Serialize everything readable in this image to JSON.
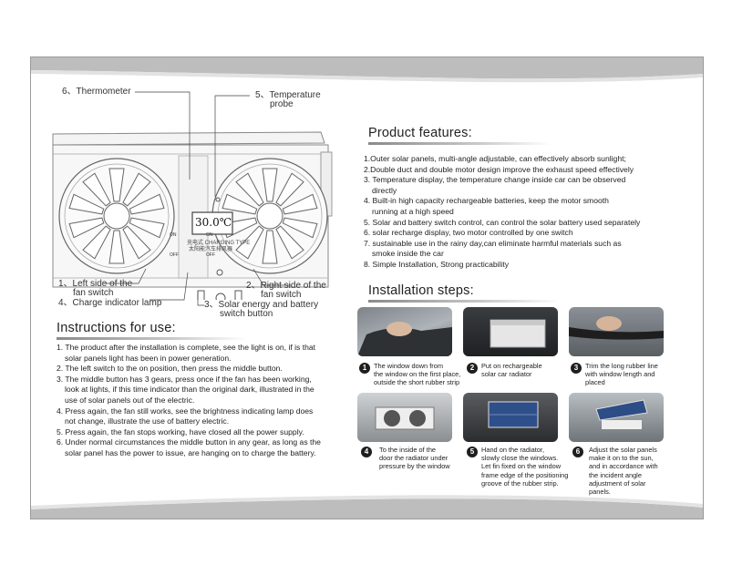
{
  "diagram": {
    "thermometer": "6、Thermometer",
    "probe_line1": "5、Temperature",
    "probe_line2": "probe",
    "display": "30.0℃",
    "brand_line1": "充电式 CHARGING TYPE",
    "brand_line2": "太阳能汽车排风器",
    "on": "ON",
    "off": "OFF",
    "left_line1": "1、Left side of the",
    "left_line2": "fan switch",
    "right_line1": "2、Right side of the",
    "right_line2": "fan switch",
    "lamp": "4、Charge indicator lamp",
    "energy_line1": "3、Solar energy and battery",
    "energy_line2": "switch button"
  },
  "features": {
    "heading": "Product features:",
    "items": [
      "1.Outer solar panels, multi-angle adjustable, can effectively absorb sunlight;",
      "2.Double duct and double motor design improve the exhaust speed effectively",
      "3. Temperature display, the temperature change inside car can be observed",
      "directly",
      "4. Built-in high capacity rechargeable batteries, keep the motor smooth",
      "running at a high speed",
      "5. Solar and battery switch control, can control the solar battery used separately",
      "6. solar recharge display, two motor controlled by one switch",
      "7. sustainable use in the rainy day,can eliminate harmful materials such as",
      "smoke inside the car",
      "8. Simple Installation, Strong practicability"
    ]
  },
  "instructions": {
    "heading": "Instructions for use:",
    "items": [
      "1. The product after the installation is complete, see the light is on, if is that",
      "solar panels light has been in power generation.",
      "2. The left switch to the on position, then press the middle button.",
      "3. The middle button has 3 gears, press once if the fan has been working,",
      "look at lights, if this time indicator than the original dark, illustrated in the",
      "use of solar panels out of the electric.",
      "4. Press again, the fan still works, see the brightness indicating lamp does",
      "not change, illustrate the use of battery electric.",
      "5. Press again, the fan stops working, have closed all the power supply.",
      "6. Under normal circumstances the middle button in any gear, as long as the",
      "solar panel has the power to issue, are hanging on to charge the battery."
    ]
  },
  "installation": {
    "heading": "Installation steps:",
    "steps": [
      {
        "num": "1",
        "lines": [
          "The window down from",
          "the window on the first place,",
          "outside the short rubber strip"
        ]
      },
      {
        "num": "2",
        "lines": [
          "Put on rechargeable",
          "solar car radiator"
        ]
      },
      {
        "num": "3",
        "lines": [
          "Trim the long rubber line",
          "with window length and",
          "placed"
        ]
      },
      {
        "num": "4",
        "lines": [
          "To the inside of the",
          "door the radiator under",
          "pressure by the window"
        ]
      },
      {
        "num": "5",
        "lines": [
          "Hand on the radiator,",
          "slowly close the windows.",
          "Let fin fixed on the window",
          "frame edge of the positioning",
          "groove of the rubber strip."
        ]
      },
      {
        "num": "6",
        "lines": [
          "Adjust the solar panels",
          "make it on to the sun,",
          "and in accordance with",
          "the incident angle",
          "adjustment of solar",
          "panels."
        ]
      }
    ]
  }
}
